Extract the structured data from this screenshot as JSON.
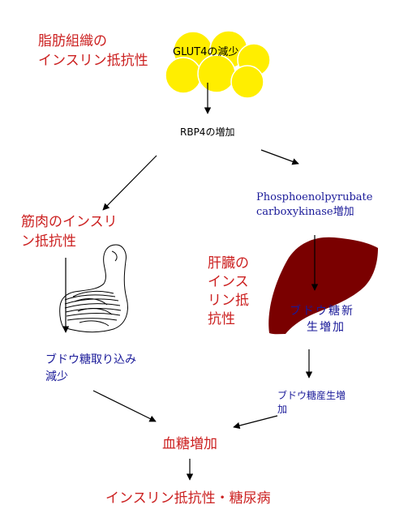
{
  "fat": {
    "title_line1": "脂肪組織の",
    "title_line2": "インスリン抵抗性",
    "glut4": "GLUT4の減少"
  },
  "rbp4": "RBP4の増加",
  "muscle": {
    "title_line1": "筋肉のインスリ",
    "title_line2": "ン抵抗性",
    "effect_line1": "ブドウ糖取り込み",
    "effect_line2": "減少"
  },
  "pepck": {
    "line1": "Phosphoenolpyrubate",
    "line2": "carboxykinase増加"
  },
  "liver": {
    "title_line1": "肝臓の",
    "title_line2": "インス",
    "title_line3": "リン抵",
    "title_line4": "抗性",
    "gluconeo_line1": "ブドウ糖新",
    "gluconeo_line2": "生増加",
    "production_line1": "ブドウ糖産生増",
    "production_line2": "加"
  },
  "blood_glucose": "血糖増加",
  "outcome": "インスリン抵抗性・糖尿病",
  "colors": {
    "red_text": "#cc2222",
    "blue_text": "#1a1a99",
    "fat_cell": "#ffee00",
    "liver": "#7a0000"
  }
}
